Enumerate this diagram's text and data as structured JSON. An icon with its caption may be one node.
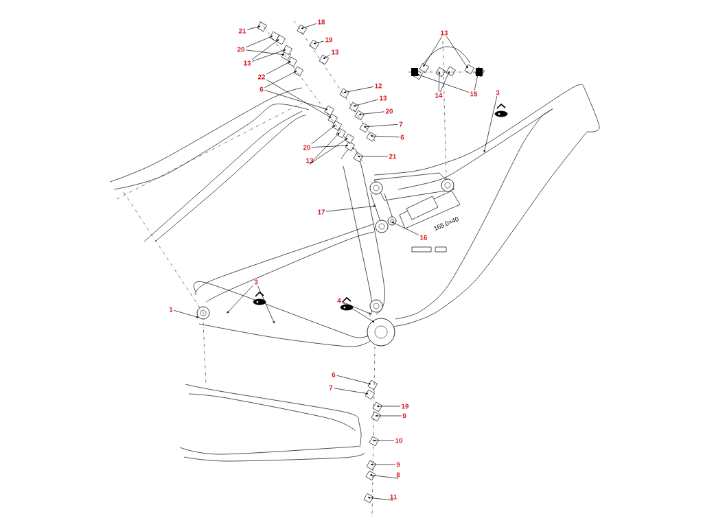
{
  "diagram": {
    "nodes": [
      {
        "text": [
          "21"
        ]
      },
      {
        "text": [
          "18"
        ]
      },
      {
        "text": [
          "13"
        ]
      },
      {
        "text": [
          "19"
        ]
      },
      {
        "text": [
          "20"
        ]
      },
      {
        "text": [
          "13"
        ]
      },
      {
        "text": [
          "13"
        ]
      },
      {
        "text": [
          "22"
        ]
      },
      {
        "text": [
          "12"
        ]
      },
      {
        "text": [
          "6"
        ]
      },
      {
        "text": [
          "14"
        ]
      },
      {
        "text": [
          "15"
        ]
      },
      {
        "text": [
          "3"
        ]
      },
      {
        "text": [
          "13"
        ]
      },
      {
        "text": [
          "20"
        ]
      },
      {
        "text": [
          "7"
        ]
      },
      {
        "text": [
          "6"
        ]
      },
      {
        "text": [
          "20"
        ]
      },
      {
        "text": [
          "21"
        ]
      },
      {
        "text": [
          "13"
        ]
      },
      {
        "text": [
          "17"
        ]
      },
      {
        "text": [
          "16"
        ]
      },
      {
        "text": [
          "3"
        ]
      },
      {
        "text": [
          "4"
        ]
      },
      {
        "text": [
          "1"
        ]
      },
      {
        "text": [
          "6"
        ]
      },
      {
        "text": [
          "7"
        ]
      },
      {
        "text": [
          "19"
        ]
      },
      {
        "text": [
          "9"
        ]
      },
      {
        "text": [
          "10"
        ]
      },
      {
        "text": [
          "9"
        ]
      },
      {
        "text": [
          "8"
        ]
      },
      {
        "text": [
          "11"
        ]
      }
    ],
    "edges": [
      {
        "from": 0,
        "to": null,
        "arrow": "to"
      },
      {
        "from": 1,
        "to": null,
        "arrow": "to"
      },
      {
        "from": 2,
        "to": null,
        "arrow": "to"
      },
      {
        "from": 2,
        "to": null,
        "arrow": "to"
      },
      {
        "from": 3,
        "to": null,
        "arrow": "to"
      },
      {
        "from": 4,
        "to": null,
        "arrow": "to"
      },
      {
        "from": 4,
        "to": null,
        "arrow": "to"
      },
      {
        "from": 5,
        "to": null,
        "arrow": "to"
      },
      {
        "from": 6,
        "to": null,
        "arrow": "to"
      },
      {
        "from": 6,
        "to": null,
        "arrow": "to"
      },
      {
        "from": 7,
        "to": null,
        "arrow": "to"
      },
      {
        "from": 7,
        "to": null,
        "arrow": "to"
      },
      {
        "from": 8,
        "to": null,
        "arrow": "to"
      },
      {
        "from": 9,
        "to": null,
        "arrow": "to"
      },
      {
        "from": 9,
        "to": null,
        "arrow": "to"
      },
      {
        "from": 10,
        "to": null,
        "arrow": "to"
      },
      {
        "from": 10,
        "to": null,
        "arrow": "to"
      },
      {
        "from": 11,
        "to": null,
        "arrow": "to"
      },
      {
        "from": 11,
        "to": null,
        "arrow": "to"
      },
      {
        "from": 12,
        "to": null,
        "arrow": "to"
      },
      {
        "from": 13,
        "to": null,
        "arrow": "to"
      },
      {
        "from": 14,
        "to": null,
        "arrow": "to"
      },
      {
        "from": 15,
        "to": null,
        "arrow": "to"
      },
      {
        "from": 16,
        "to": null,
        "arrow": "to"
      },
      {
        "from": 17,
        "to": null,
        "arrow": "to"
      },
      {
        "from": 17,
        "to": null,
        "arrow": "to"
      },
      {
        "from": 18,
        "to": null,
        "arrow": "to"
      },
      {
        "from": 19,
        "to": null,
        "arrow": "to"
      },
      {
        "from": 19,
        "to": null,
        "arrow": "to"
      },
      {
        "from": 20,
        "to": null,
        "arrow": "to"
      },
      {
        "from": 21,
        "to": null,
        "arrow": "to"
      },
      {
        "from": 22,
        "to": null,
        "arrow": "to"
      },
      {
        "from": 22,
        "to": null,
        "arrow": "to"
      },
      {
        "from": 23,
        "to": null,
        "arrow": "to"
      },
      {
        "from": 23,
        "to": null,
        "arrow": "to"
      },
      {
        "from": 24,
        "to": null,
        "arrow": "to"
      },
      {
        "from": 25,
        "to": null,
        "arrow": "to"
      },
      {
        "from": 26,
        "to": null,
        "arrow": "to"
      },
      {
        "from": 27,
        "to": null,
        "arrow": "to"
      },
      {
        "from": 28,
        "to": null,
        "arrow": "to"
      },
      {
        "from": 29,
        "to": null,
        "arrow": "to"
      },
      {
        "from": 30,
        "to": null,
        "arrow": "to"
      },
      {
        "from": 31,
        "to": null,
        "arrow": "to"
      },
      {
        "from": 32,
        "to": null,
        "arrow": "to"
      }
    ],
    "labels": [
      "165.0×40"
    ]
  }
}
